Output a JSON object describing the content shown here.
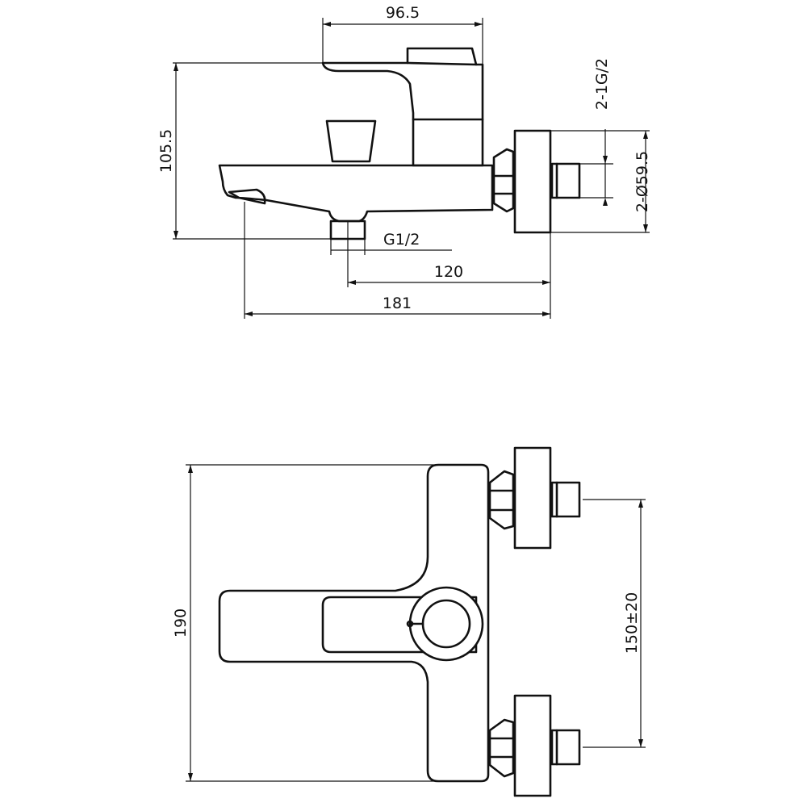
{
  "drawing": {
    "side_view": {
      "dim_width_top": "96.5",
      "dim_height": "105.5",
      "dim_thread_inlet": "2-1G/2",
      "dim_flange_dia": "2-Ø59.5",
      "dim_outlet_thread": "G1/2",
      "dim_center_to_wall": "120",
      "dim_spout_to_wall": "181"
    },
    "plan_view": {
      "dim_length": "190",
      "dim_center_distance": "150±20"
    }
  }
}
